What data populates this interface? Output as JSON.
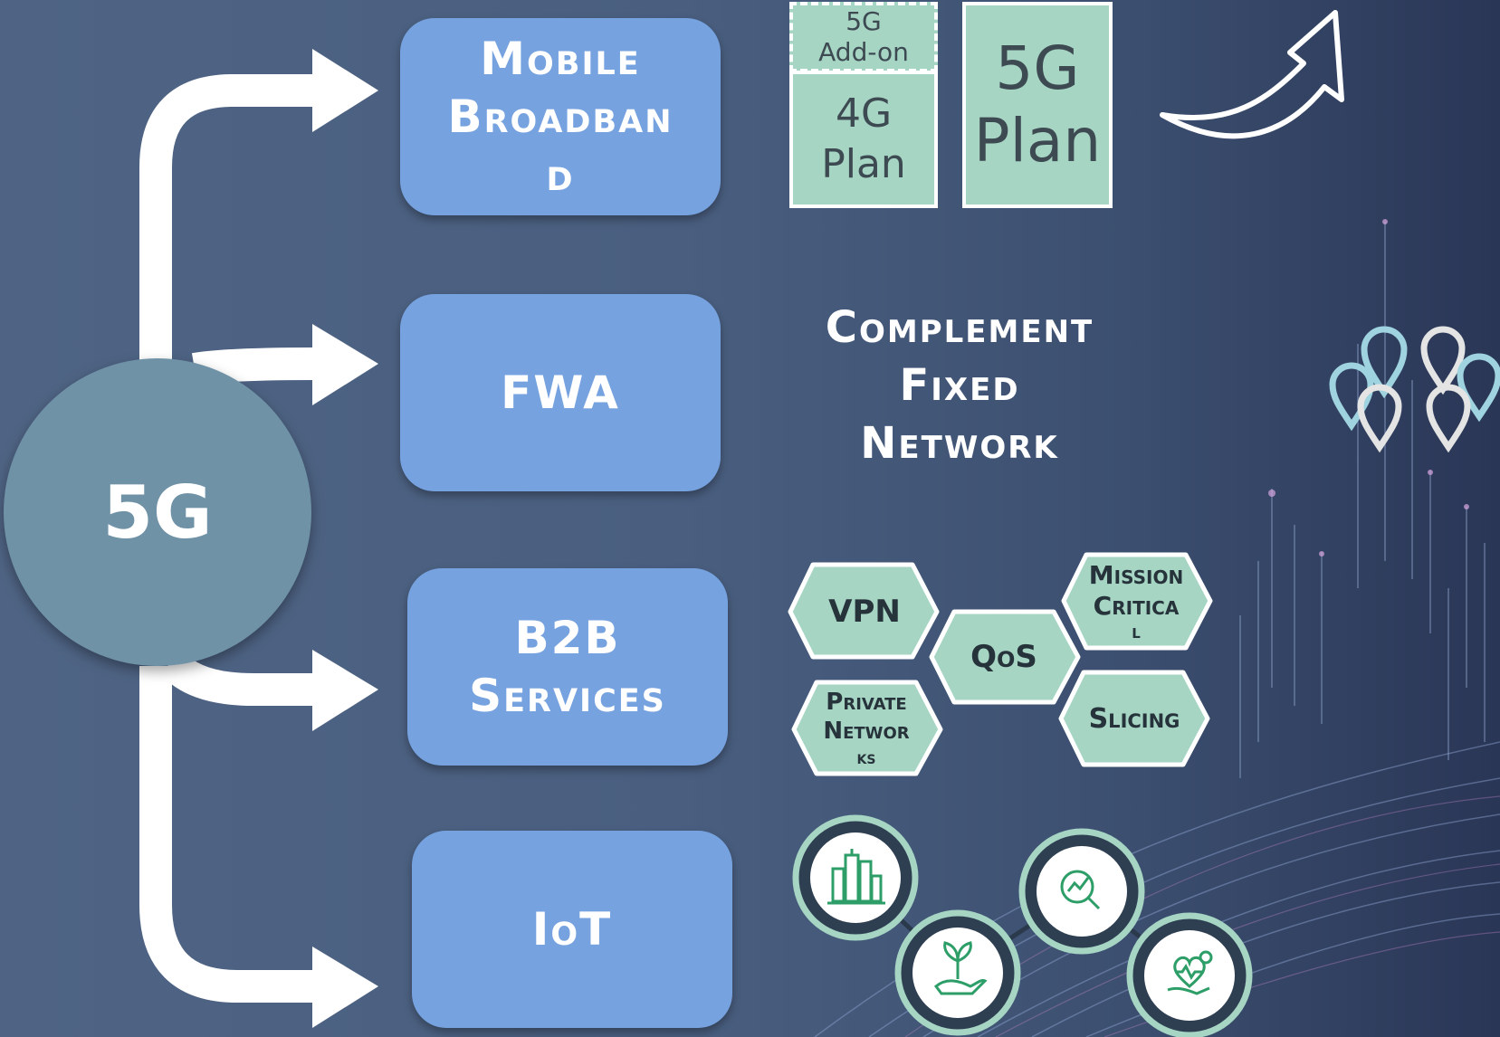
{
  "hub": {
    "label": "5G"
  },
  "categories": [
    {
      "lines": [
        "Mobile",
        "Broadban",
        "d"
      ]
    },
    {
      "lines": [
        "FWA"
      ]
    },
    {
      "lines": [
        "B2B",
        "Services"
      ]
    },
    {
      "lines": [
        "IoT"
      ]
    }
  ],
  "plans": {
    "addon": [
      "5G",
      "Add-on"
    ],
    "plan4g": [
      "4G",
      "Plan"
    ],
    "plan5g": [
      "5G",
      "Plan"
    ]
  },
  "fwa_note": [
    "Complement",
    "Fixed",
    "Network"
  ],
  "b2b_features": {
    "vpn": [
      "VPN"
    ],
    "qos": [
      "QoS"
    ],
    "mission_critical": [
      "Mission",
      "Critica",
      "l"
    ],
    "private_networks": [
      "Private",
      "Networ",
      "ks"
    ],
    "slicing": [
      "Slicing"
    ]
  },
  "iot_icons": [
    "smart-city-icon",
    "agriculture-icon",
    "analytics-icon",
    "health-icon"
  ],
  "colors": {
    "background": "#4b6080",
    "box": "#76a2e0",
    "hub": "#6f92a7",
    "mint": "#a6d5c4",
    "hex_fill": "#a6d5c4",
    "iot_green": "#2e9e68",
    "pin_blue": "#9ed3df",
    "pin_white": "#e4e4e4"
  }
}
